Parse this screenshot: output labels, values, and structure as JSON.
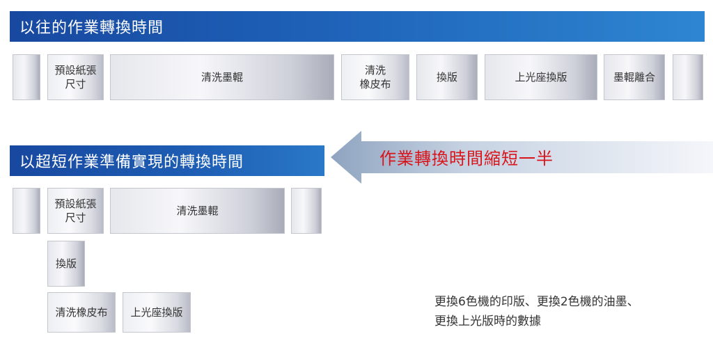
{
  "old_section": {
    "title": "以往的作業轉換時間",
    "steps": [
      {
        "label": "預設紙張尺寸",
        "line1": "預設紙張",
        "line2": "尺寸"
      },
      {
        "label": "清洗墨輥"
      },
      {
        "label": "清洗橡皮布",
        "line1": "清洗",
        "line2": "橡皮布"
      },
      {
        "label": "換版"
      },
      {
        "label": "上光座換版"
      },
      {
        "label": "墨輥離合"
      }
    ]
  },
  "new_section": {
    "title": "以超短作業準備實現的轉換時間",
    "steps": [
      {
        "label": "預設紙張尺寸",
        "line1": "預設紙張",
        "line2": "尺寸"
      },
      {
        "label": "清洗墨輥"
      },
      {
        "label": "換版"
      },
      {
        "label": "清洗橡皮布"
      },
      {
        "label": "上光座換版"
      }
    ]
  },
  "arrow": {
    "text": "作業轉換時間縮短一半",
    "text_color": "#d9141b",
    "fill_light": "#f4f6fa",
    "fill_dark": "#8fa4c0"
  },
  "note": {
    "line1": "更換6色機的印版、更換2色機的油墨、",
    "line2": "更換上光版時的數據"
  },
  "colors": {
    "banner_start": "#1848a0",
    "banner_end": "#2e86d2"
  }
}
